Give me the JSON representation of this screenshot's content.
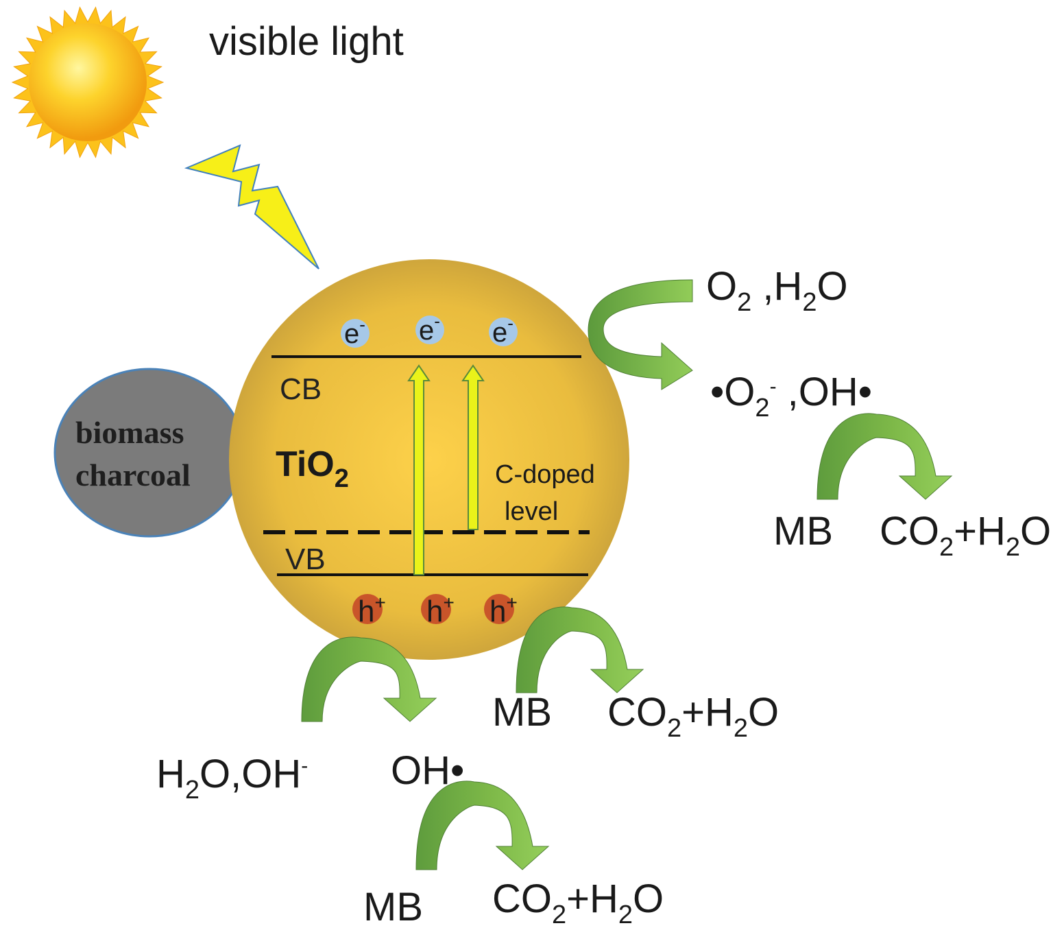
{
  "light_label": "visible light",
  "particle": {
    "name": "TiO",
    "sub": "2",
    "cb": "CB",
    "vb": "VB",
    "dopant_line1": "C-doped",
    "dopant_line2": "level",
    "electron": "e",
    "electron_charge": "-",
    "hole": "h",
    "hole_charge": "+"
  },
  "support": {
    "line1": "biomass",
    "line2": "charcoal"
  },
  "reactants": {
    "o2_a": "O",
    "o2_a_sub": "2",
    "o2_b": " ,H",
    "o2_b_sub": "2",
    "o2_c": "O",
    "radicals_a": "•O",
    "radicals_a_sub": "2",
    "radicals_a_sup": "-",
    "radicals_b": " ,OH•",
    "water_a": "H",
    "water_a_sub": "2",
    "water_b": "O,OH",
    "water_b_sup": "-",
    "hydroxyl": "OH•"
  },
  "degradation": {
    "mb": "MB",
    "prod_a": "CO",
    "prod_a_sub": "2",
    "prod_b": "+H",
    "prod_b_sub": "2",
    "prod_c": "O"
  },
  "colors": {
    "particle_light": "#f8cc45",
    "particle_dark": "#c9a23a",
    "charcoal": "#7b7b7b",
    "charcoal_edge": "#4a82b8",
    "arrow_green": "#6aa84f",
    "arrow_light": "#8dc554",
    "bolt": "#f5f01a",
    "electron": "#a6c8e8",
    "hole": "#c9552a"
  }
}
